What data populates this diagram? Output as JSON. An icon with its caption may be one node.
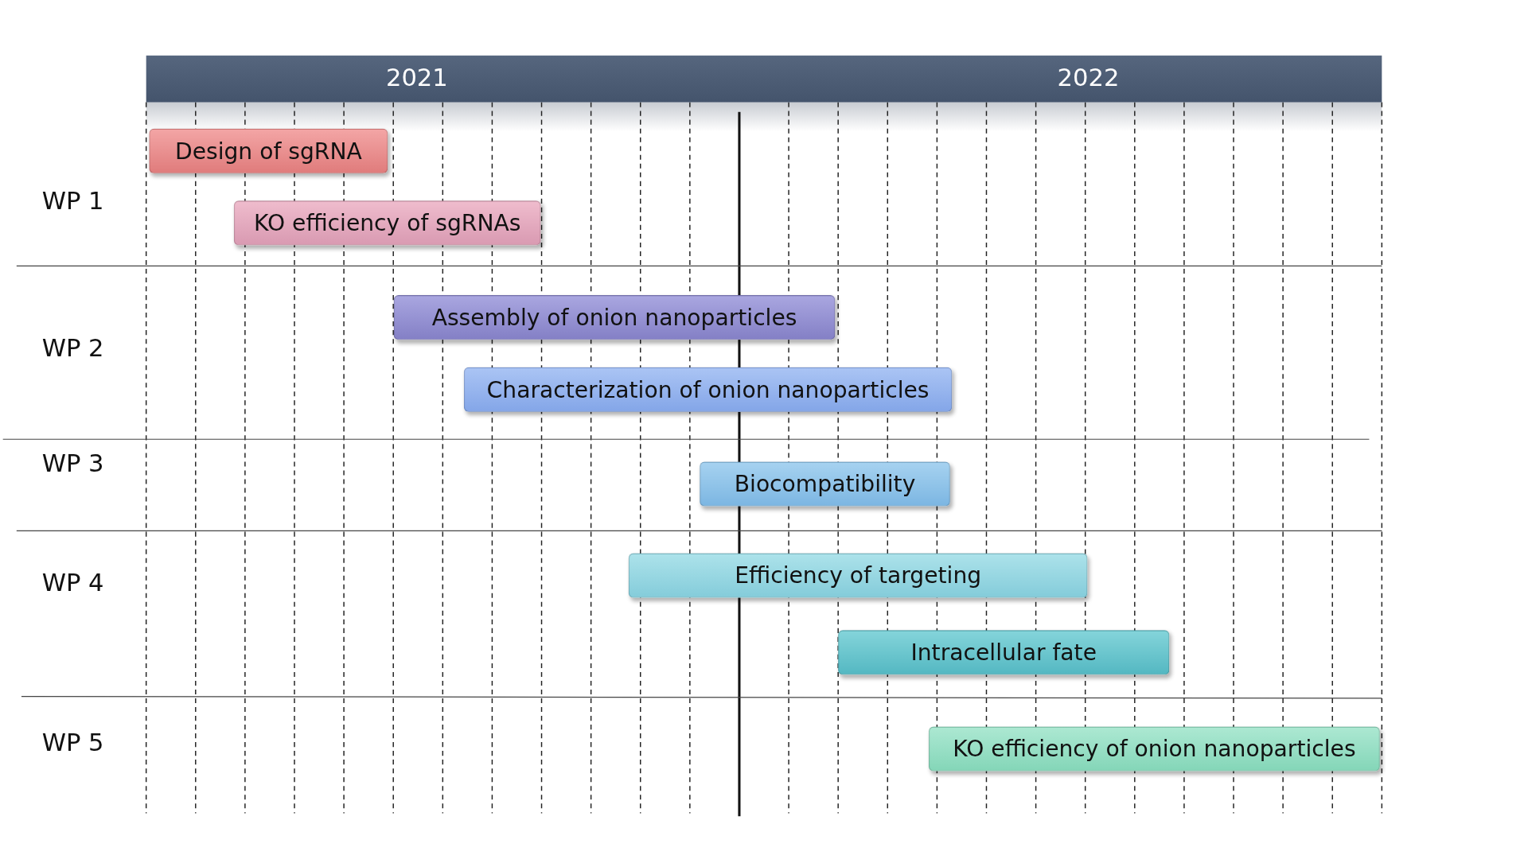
{
  "diagram": {
    "nodes": [
      {
        "text": [
          "Design of sgRNA"
        ]
      },
      {
        "text": [
          "KO efficiency of sgRNAs"
        ]
      },
      {
        "text": [
          "Assembly of onion nanoparticles"
        ]
      },
      {
        "text": [
          "Characterization of onion nanoparticles"
        ]
      },
      {
        "text": [
          "Biocompatibility"
        ]
      },
      {
        "text": [
          "Efficiency of targeting"
        ]
      },
      {
        "text": [
          "Intracellular fate"
        ]
      },
      {
        "text": [
          "KO efficiency of onion nanoparticles"
        ]
      }
    ],
    "edges": [],
    "labels": [
      "2021",
      "2022",
      "WP 1",
      "WP 2",
      "WP 3",
      "WP 4",
      "WP 5"
    ]
  }
}
